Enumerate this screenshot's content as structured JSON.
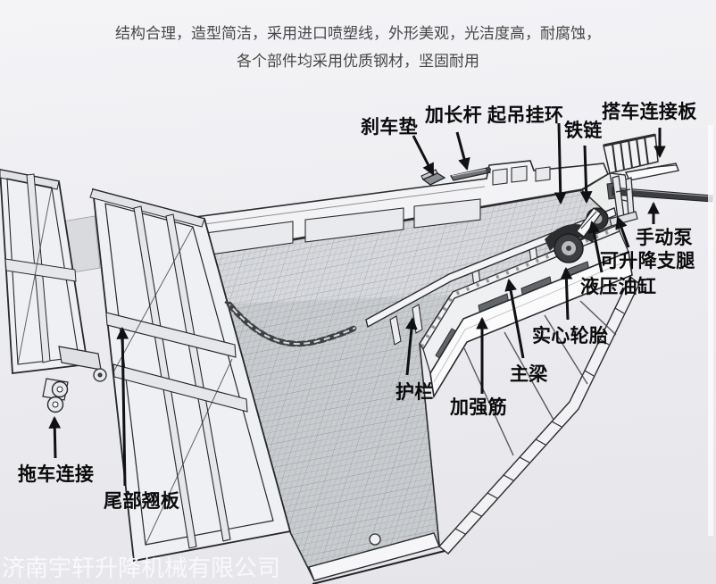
{
  "page": {
    "background": "#ececf0"
  },
  "description": {
    "line1": "结构合理，造型简洁，采用进口喷塑线，外形美观，光洁度高，耐腐蚀，",
    "line2": "各个部件均采用优质钢材，坚固耐用"
  },
  "diagram": {
    "type": "labeled-illustration",
    "labels": [
      {
        "id": "brake-pad",
        "text": "刹车垫"
      },
      {
        "id": "extension-rod-lifting-ring",
        "text": "加长杆 起吊挂环"
      },
      {
        "id": "iron-chain",
        "text": "铁链"
      },
      {
        "id": "truck-connection-plate",
        "text": "搭车连接板"
      },
      {
        "id": "manual-pump",
        "text": "手动泵"
      },
      {
        "id": "liftable-support-leg",
        "text": "可升降支腿"
      },
      {
        "id": "hydraulic-cylinder",
        "text": "液压油缸"
      },
      {
        "id": "solid-tire",
        "text": "实心轮胎"
      },
      {
        "id": "main-beam",
        "text": "主梁"
      },
      {
        "id": "guardrail",
        "text": "护栏"
      },
      {
        "id": "reinforcing-rib",
        "text": "加强筋"
      },
      {
        "id": "trailer-connection",
        "text": "拖车连接"
      },
      {
        "id": "tail-flap",
        "text": "尾部翘板"
      }
    ]
  },
  "watermark": {
    "company": "济南宇轩升降机械有限公司"
  },
  "colors": {
    "background": "#ececf0",
    "line_art": "#26282a",
    "label_text": "#0b0b0c",
    "description_text": "#474747",
    "watermark_text": "#fbfbfd"
  }
}
